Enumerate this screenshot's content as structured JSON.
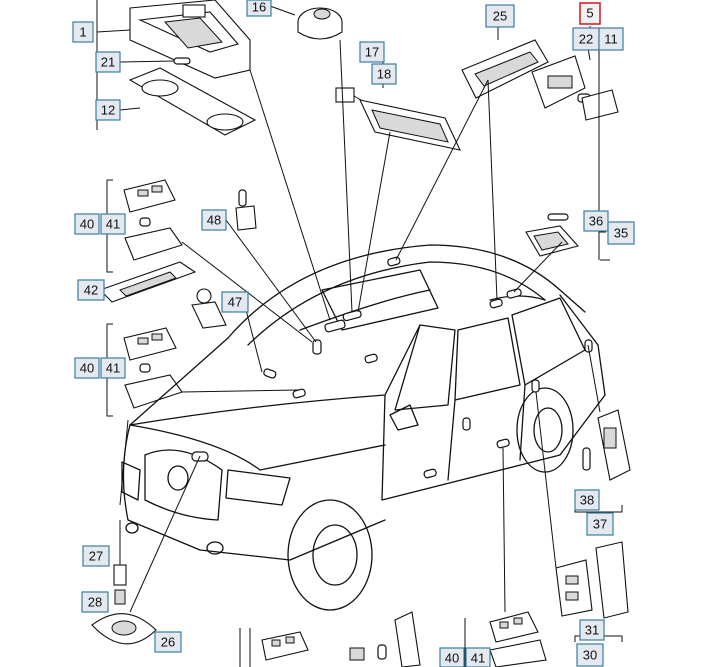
{
  "diagram": {
    "callouts": [
      {
        "id": "c1",
        "label": "1"
      },
      {
        "id": "c16",
        "label": "16"
      },
      {
        "id": "c21",
        "label": "21"
      },
      {
        "id": "c12",
        "label": "12"
      },
      {
        "id": "c17",
        "label": "17"
      },
      {
        "id": "c18",
        "label": "18"
      },
      {
        "id": "c25",
        "label": "25"
      },
      {
        "id": "c5",
        "label": "5",
        "highlighted": true
      },
      {
        "id": "c22",
        "label": "22"
      },
      {
        "id": "c11",
        "label": "11"
      },
      {
        "id": "c40a",
        "label": "40"
      },
      {
        "id": "c41a",
        "label": "41"
      },
      {
        "id": "c48",
        "label": "48"
      },
      {
        "id": "c36",
        "label": "36"
      },
      {
        "id": "c35",
        "label": "35"
      },
      {
        "id": "c42",
        "label": "42"
      },
      {
        "id": "c47",
        "label": "47"
      },
      {
        "id": "c40b",
        "label": "40"
      },
      {
        "id": "c41b",
        "label": "41"
      },
      {
        "id": "c38",
        "label": "38"
      },
      {
        "id": "c37",
        "label": "37"
      },
      {
        "id": "c27",
        "label": "27"
      },
      {
        "id": "c28",
        "label": "28"
      },
      {
        "id": "c26",
        "label": "26"
      },
      {
        "id": "c31",
        "label": "31"
      },
      {
        "id": "c30",
        "label": "30"
      },
      {
        "id": "c40c",
        "label": "40"
      },
      {
        "id": "c41c",
        "label": "41"
      }
    ],
    "colors": {
      "callout_fill": "#e3e9ef",
      "callout_border": "#3c7da0",
      "highlight_border": "#d6232a",
      "line": "#111111"
    }
  }
}
